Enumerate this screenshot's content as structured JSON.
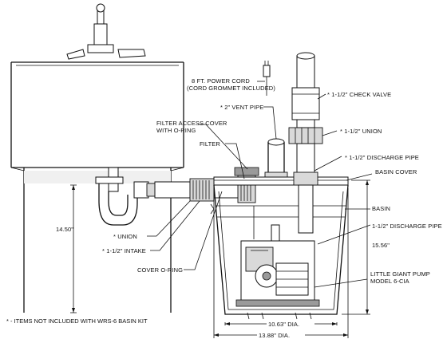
{
  "labels": {
    "power_cord_line1": "8 FT. POWER CORD",
    "power_cord_line2": "(CORD GROMMET INCLUDED)",
    "vent_pipe": "* 2\" VENT PIPE",
    "check_valve": "* 1-1/2\" CHECK VALVE",
    "filter_cover_line1": "FILTER ACCESS COVER",
    "filter_cover_line2": "WITH O-RING",
    "union_top": "* 1-1/2\" UNION",
    "filter": "FILTER",
    "discharge_pipe_top": "* 1-1/2\" DISCHARGE PIPE",
    "basin_cover": "BASIN COVER",
    "basin": "BASIN",
    "discharge_pipe_right": "1-1/2\" DISCHARGE PIPE",
    "union_left": "* UNION",
    "intake": "* 1-1/2\" INTAKE",
    "cover_oring": "COVER O-RING",
    "pump_line1": "LITTLE GIANT PUMP",
    "pump_line2": "MODEL 6-CIA",
    "height": "14.50\"",
    "basin_height": "15.56\"",
    "inner_dia": "10.63\" DIA.",
    "outer_dia": "13.88\" DIA."
  },
  "footnote": "* - ITEMS NOT INCLUDED WITH WRS-6 BASIN KIT"
}
